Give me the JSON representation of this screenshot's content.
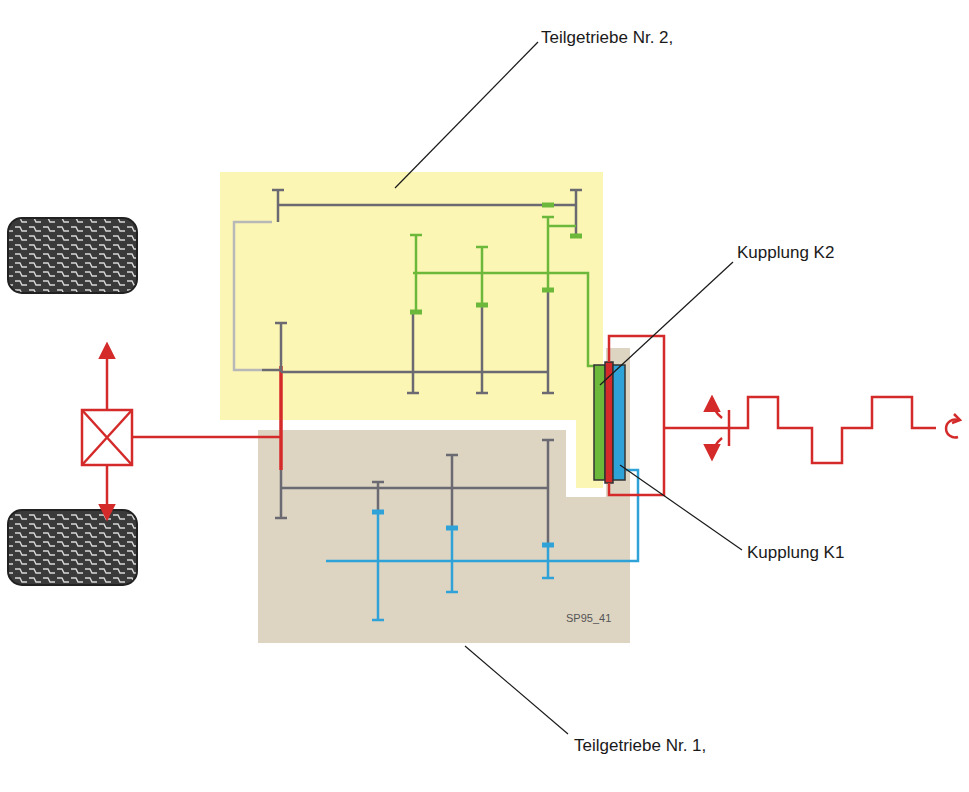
{
  "diagram": {
    "labels": [
      "Teilgetriebe Nr. 2,",
      "Kupplung K2",
      "Kupplung K1",
      "SP95_41",
      "Teilgetriebe Nr. 1,"
    ]
  }
}
